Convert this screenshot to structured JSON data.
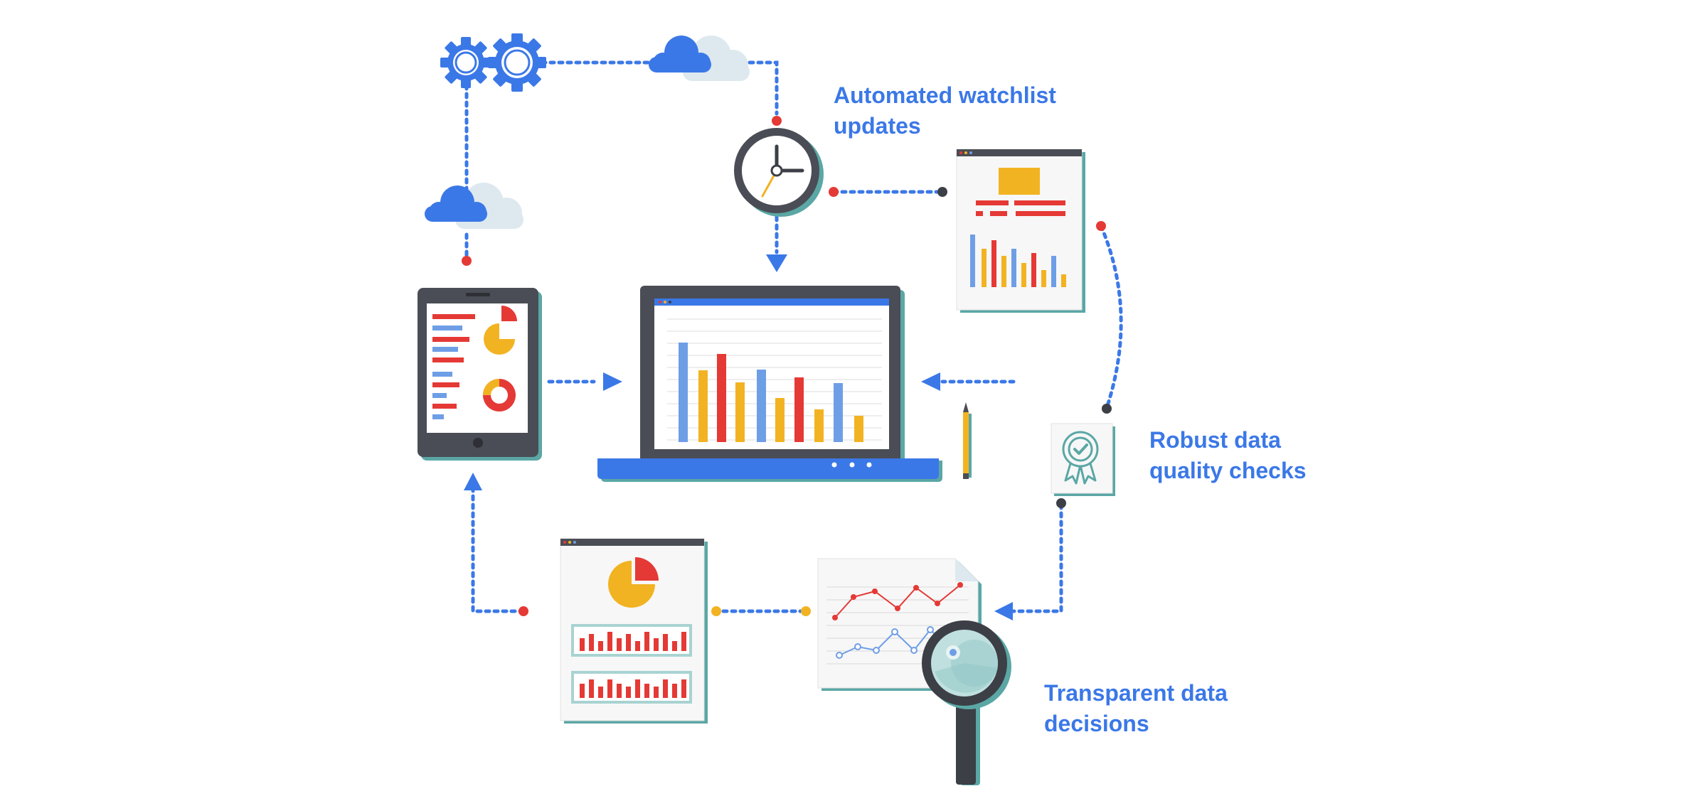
{
  "labels": {
    "watchlist": {
      "line1": "Automated watchlist",
      "line2": "updates"
    },
    "quality": {
      "line1": "Robust data",
      "line2": "quality checks"
    },
    "transparent": {
      "line1": "Transparent data",
      "line2": "decisions"
    }
  },
  "colors": {
    "label_text": "#3b78e7",
    "connector_blue": "#3b78e7",
    "connector_dot_red": "#e53935",
    "connector_dot_dark": "#3c3f46",
    "connector_dot_yellow": "#f2b322",
    "device_dark": "#4a4d55",
    "device_shadow": "#5aa7a5",
    "laptop_base": "#3b78e7",
    "bar_blue": "#6e9ee6",
    "bar_yellow": "#f2b322",
    "bar_red": "#e53935",
    "cloud_blue": "#3b78e7",
    "cloud_light": "#dde9ef",
    "paper": "#f7f7f7",
    "badge_teal": "#5aa7a5"
  },
  "icons": [
    "gear-icon",
    "cloud-icon",
    "clock-icon",
    "report-icon",
    "tablet-icon",
    "laptop-icon",
    "pencil-icon",
    "certificate-icon",
    "line-chart-document-icon",
    "magnifying-glass-icon",
    "pie-report-icon"
  ]
}
